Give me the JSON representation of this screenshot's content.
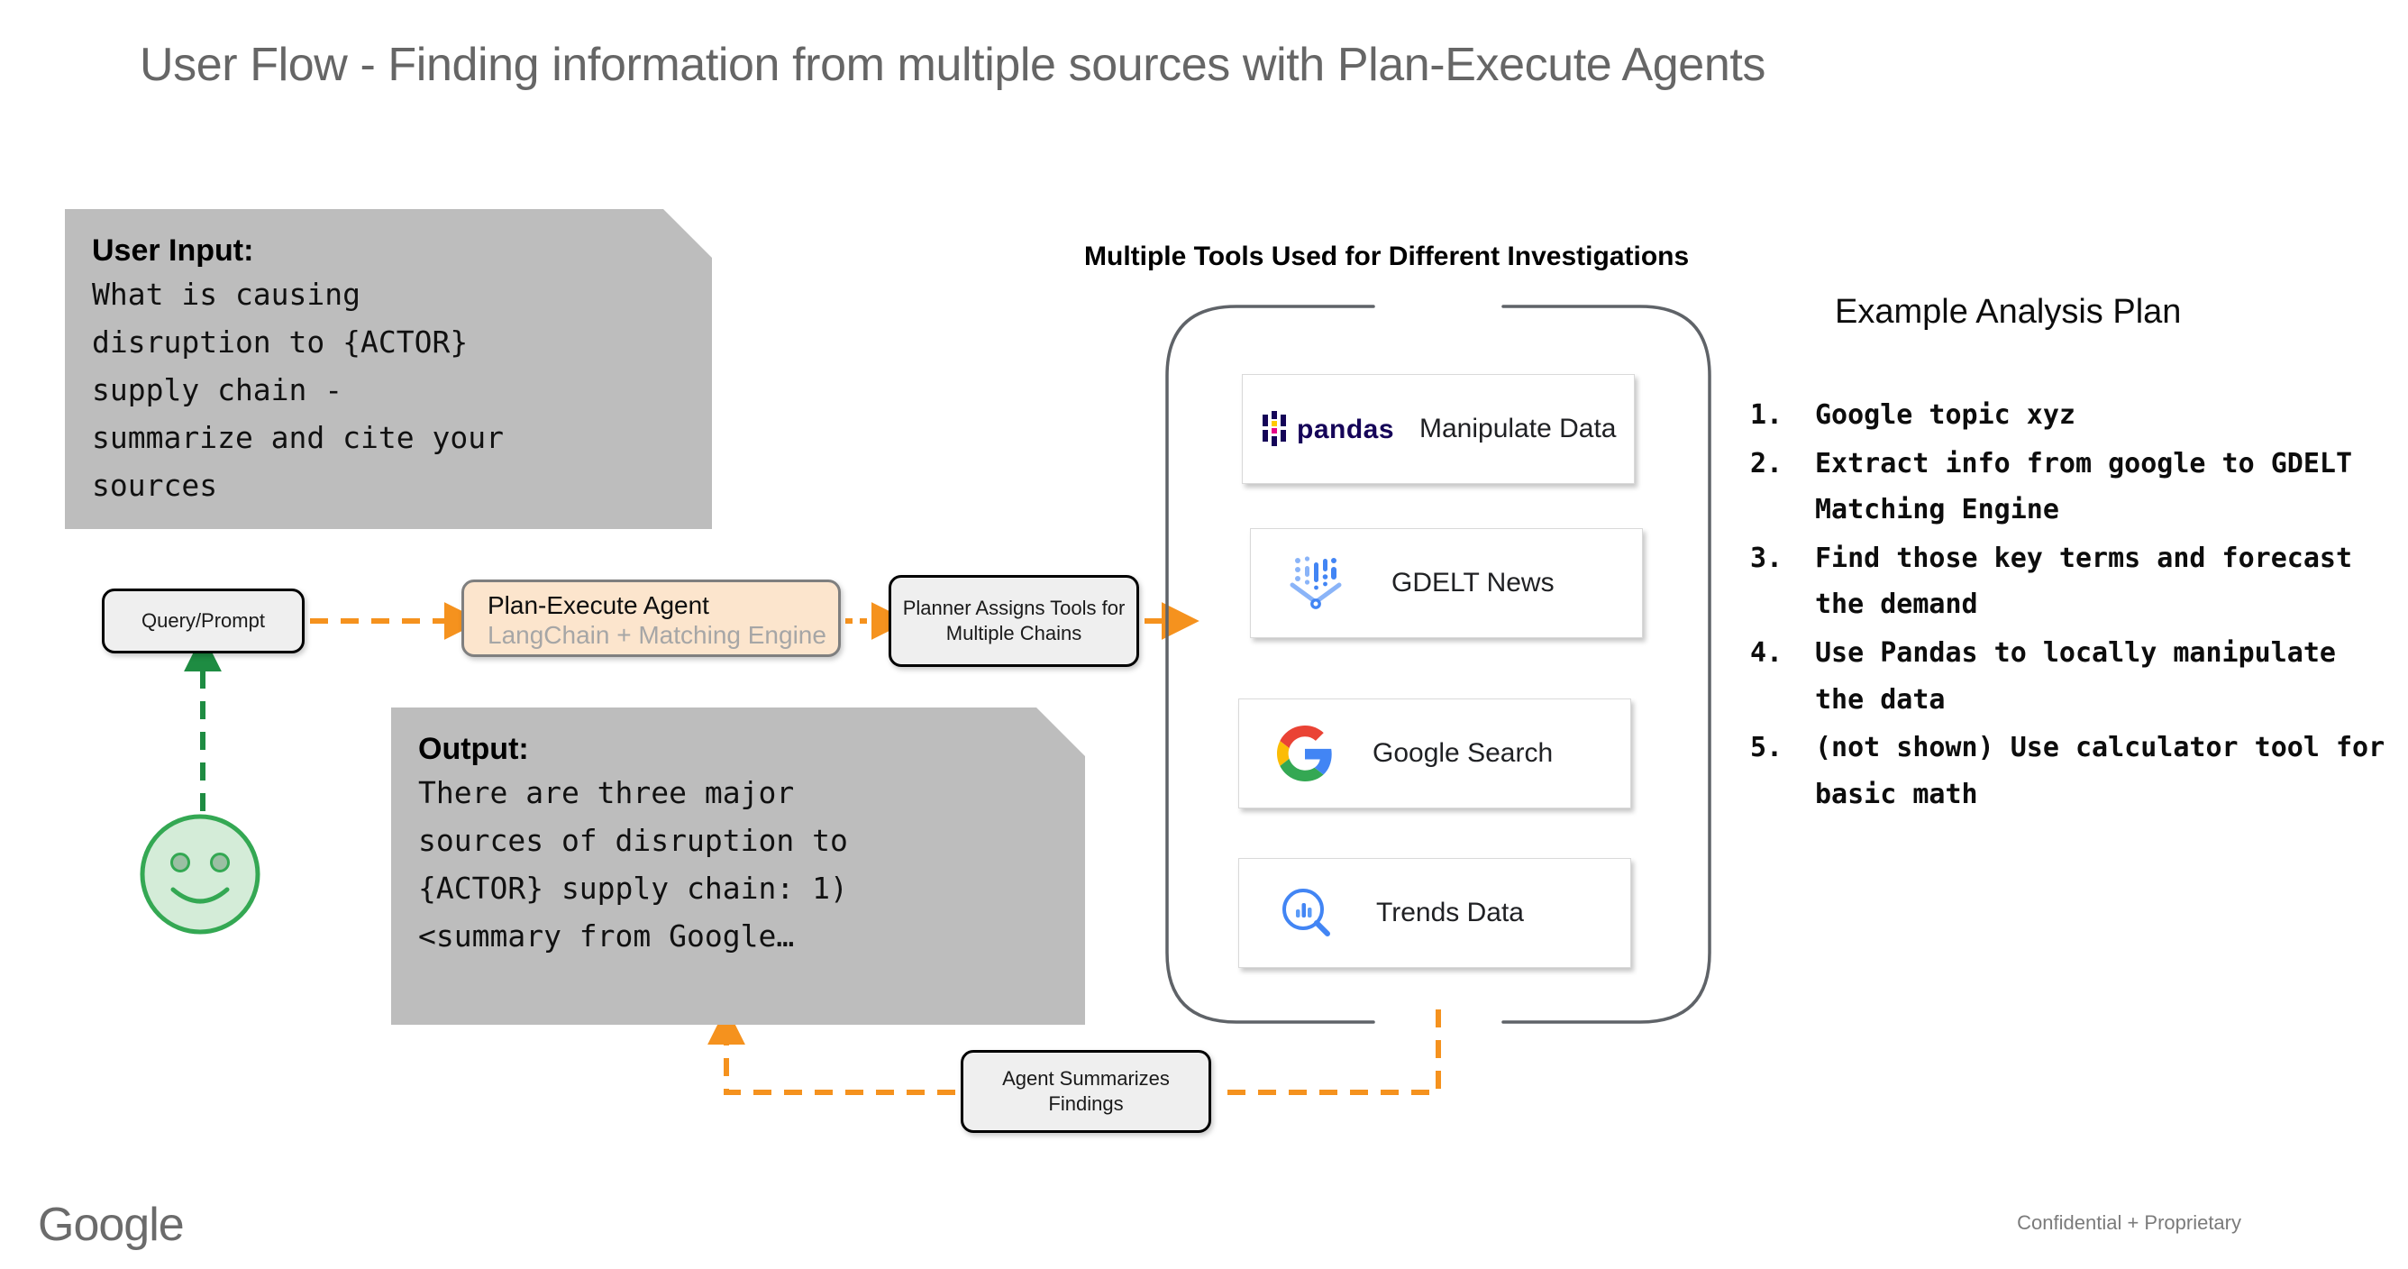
{
  "slide": {
    "title": "User Flow - Finding information from multiple sources with Plan-Execute Agents"
  },
  "user_input_card": {
    "heading": "User Input:",
    "body": "What is causing\ndisruption to {ACTOR}\nsupply chain -\nsummarize and cite your\nsources"
  },
  "output_card": {
    "heading": "Output:",
    "body": "There are three major\nsources of disruption to\n{ACTOR} supply chain: 1)\n<summary from Google…"
  },
  "flow": {
    "query_box": "Query/Prompt",
    "agent_box_title": "Plan-Execute Agent",
    "agent_box_subtitle": "LangChain + Matching Engine",
    "planner_box": "Planner Assigns Tools for\nMultiple Chains",
    "summarize_box": "Agent Summarizes\nFindings"
  },
  "tools": {
    "heading": "Multiple Tools Used for Different Investigations",
    "cards": [
      {
        "icon": "pandas-logo-icon",
        "label": "Manipulate Data"
      },
      {
        "icon": "gdelt-logo-icon",
        "label": "GDELT News"
      },
      {
        "icon": "google-logo-icon",
        "label": "Google Search"
      },
      {
        "icon": "google-trends-icon",
        "label": "Trends Data"
      }
    ]
  },
  "analysis_plan": {
    "title": "Example Analysis Plan",
    "items": [
      {
        "number": "1.",
        "text": "Google topic xyz"
      },
      {
        "number": "2.",
        "text": "Extract info from google to GDELT Matching Engine"
      },
      {
        "number": "3.",
        "text": "Find those key terms and forecast the demand"
      },
      {
        "number": "4.",
        "text": "Use Pandas to locally manipulate the data"
      },
      {
        "number": "5.",
        "text": "(not shown) Use calculator tool for basic math"
      }
    ]
  },
  "footer": {
    "logo": "google-wordmark-logo",
    "note": "Confidential + Proprietary"
  },
  "icons": {
    "user_smiley": "smiley-face-icon"
  },
  "colors": {
    "title_grey": "#666666",
    "note_card_grey": "#bdbdbd",
    "agent_peach": "#fce5cd",
    "arrow_orange": "#f5921e",
    "smiley_green": "#34a853",
    "smiley_fill": "#d4ecd8",
    "bracket_grey": "#5f6368",
    "footer_grey": "#7b7b7b"
  }
}
